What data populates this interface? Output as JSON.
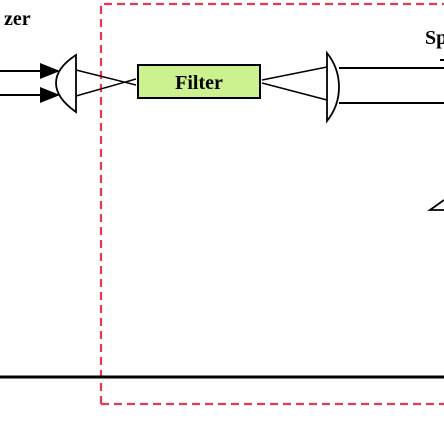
{
  "labels": {
    "left_device": "zer",
    "filter": "Filter",
    "right_device": "Sp"
  },
  "colors": {
    "filter_fill": "#ccf28f",
    "dashed_border": "#e8394e",
    "ink": "#000000",
    "background": "#ffffff"
  }
}
